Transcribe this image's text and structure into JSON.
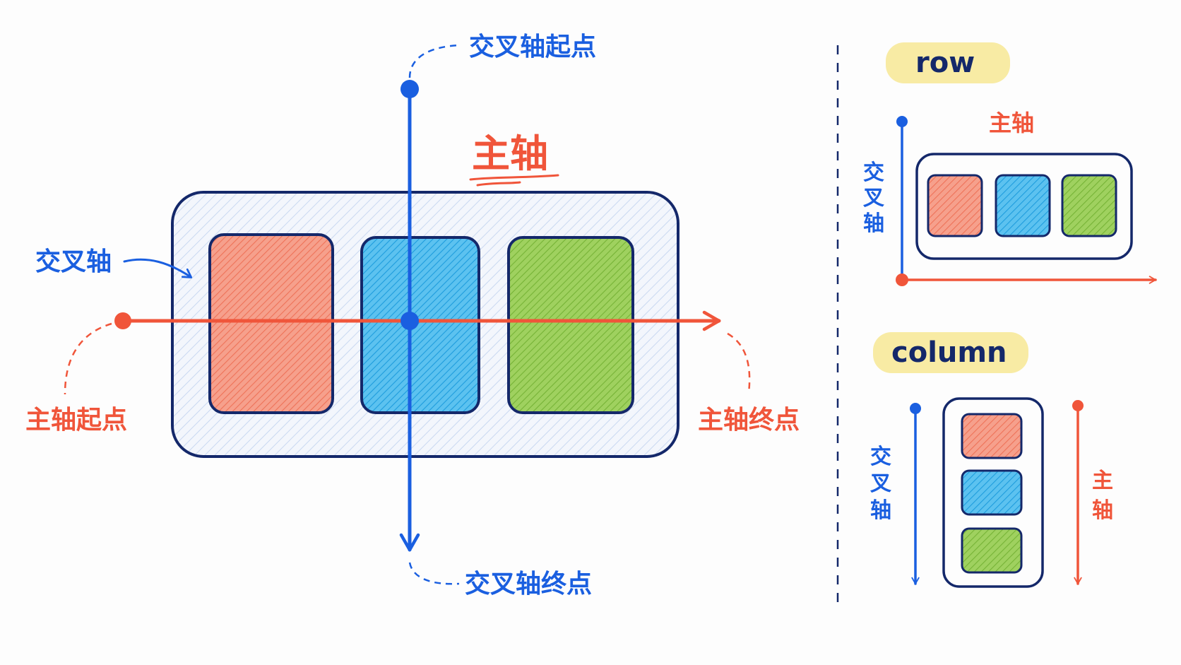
{
  "main_diagram": {
    "main_axis_title": "主轴",
    "cross_axis_label": "交叉轴",
    "cross_start_label": "交叉轴起点",
    "cross_end_label": "交叉轴终点",
    "main_start_label": "主轴起点",
    "main_end_label": "主轴终点",
    "items": [
      "red",
      "blue",
      "green"
    ]
  },
  "row_example": {
    "title": "row",
    "main_axis_label": "主轴",
    "cross_axis_label_chars": [
      "交",
      "叉",
      "轴"
    ]
  },
  "column_example": {
    "title": "column",
    "cross_axis_label_chars": [
      "交",
      "叉",
      "轴"
    ],
    "main_axis_label_chars": [
      "主",
      "轴"
    ]
  },
  "colors": {
    "main_axis": "#f0553a",
    "cross_axis": "#1a5fe0",
    "container_border": "#14286a",
    "container_fill": "#eef3fb",
    "item_red": "#f4907c",
    "item_blue": "#3fb4ec",
    "item_green": "#8cc84a",
    "pill": "#f8eba4",
    "divider": "#14286a"
  }
}
